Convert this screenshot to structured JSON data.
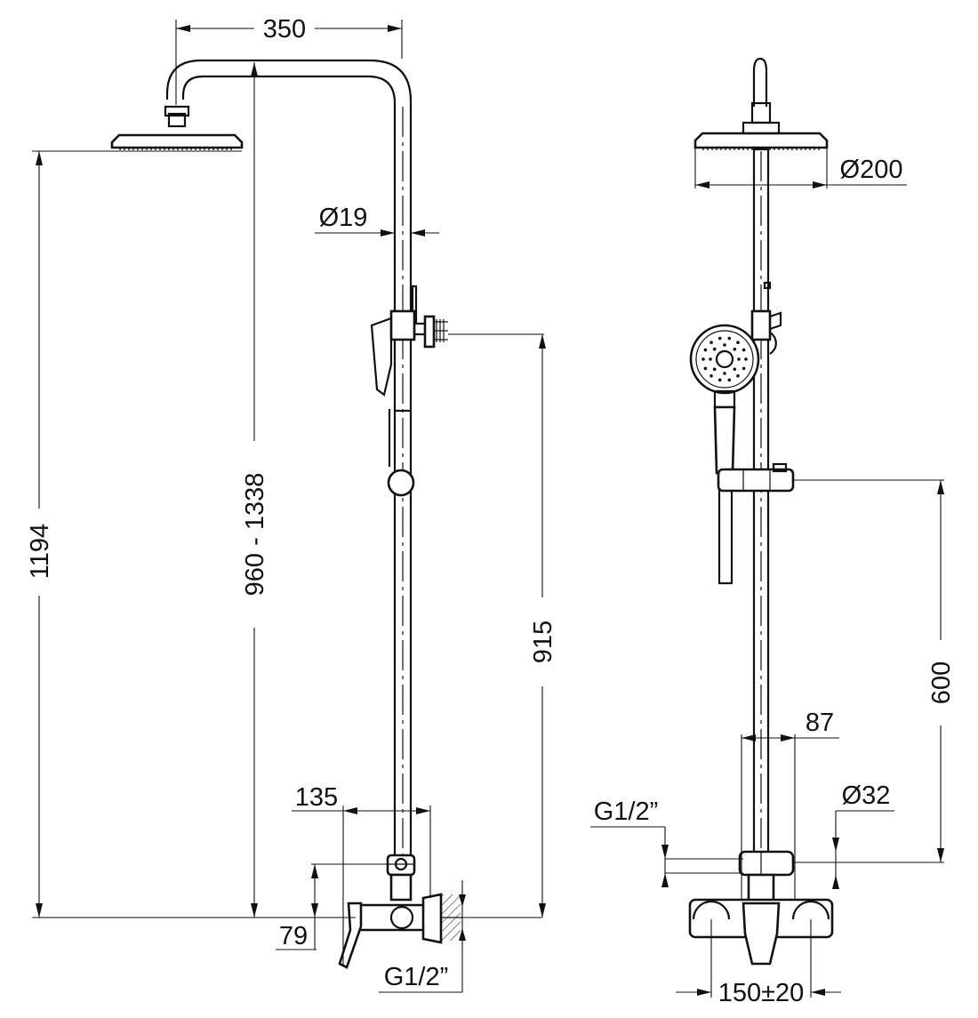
{
  "side_view": {
    "dim_width": "350",
    "dim_pipe_dia": "Ø19",
    "dim_total_height": "1194",
    "dim_adjustable_height": "960 - 1338",
    "dim_holder_height": "915",
    "dim_mixer_projection": "135",
    "dim_outlet_offset": "79",
    "dim_inlet_thread": "G1/2”"
  },
  "front_view": {
    "dim_head_dia": "Ø200",
    "dim_slider_height": "600",
    "dim_body_width": "87",
    "dim_body_dia": "Ø32",
    "dim_inlet_thread": "G1/2”",
    "dim_centers": "150±20"
  }
}
